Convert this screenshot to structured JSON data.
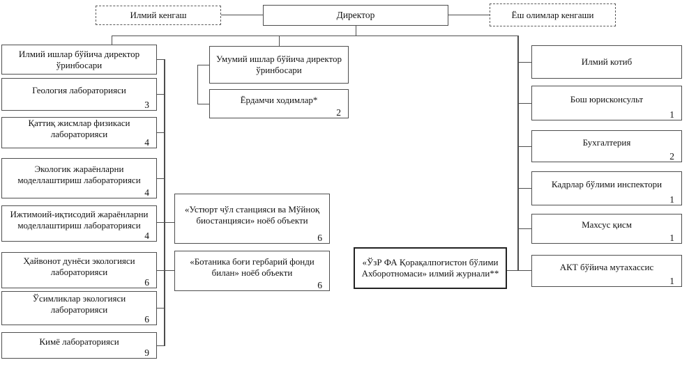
{
  "top": {
    "science_council": "Илмий кенгаш",
    "director": "Директор",
    "young_scientists": "Ёш олимлар кенгаши"
  },
  "left_column": [
    {
      "label": "Илмий ишлар бўйича директор ўринбосари",
      "count": ""
    },
    {
      "label": "Геология лабораторияси",
      "count": "3"
    },
    {
      "label": "Қаттиқ жисмлар физикаси лабораторияси",
      "count": "4"
    },
    {
      "label": "Экологик жараёнларни моделлаштириш лабораторияси",
      "count": "4"
    },
    {
      "label": "Ижтимоий-иқтисодий жараёнларни моделлаштириш лабораторияси",
      "count": "4"
    },
    {
      "label": "Ҳайвонот дунёси экологияси лабораторияси",
      "count": "6"
    },
    {
      "label": "Ўсимликлар экологияси лабораторияси",
      "count": "6"
    },
    {
      "label": "Кимё лабораторияси",
      "count": "9"
    }
  ],
  "middle": {
    "general_deputy": "Умумий ишлар бўйича директор ўринбосари",
    "assistants": {
      "label": "Ёрдамчи ходимлар*",
      "count": "2"
    },
    "ustyurt": {
      "label": "«Устюрт чўл станцияси ва Мўйноқ биостанцияси» ноёб объекти",
      "count": "6"
    },
    "botanika": {
      "label": "«Ботаника боғи гербарий фонди билан» ноёб объекти",
      "count": "6"
    },
    "journal": "«ЎзР ФА Қорақалпоғистон бўлими Ахборотномаси» илмий журнали**"
  },
  "right_column": [
    {
      "label": "Илмий котиб",
      "count": ""
    },
    {
      "label": "Бош юрисконсульт",
      "count": "1"
    },
    {
      "label": "Бухгалтерия",
      "count": "2"
    },
    {
      "label": "Кадрлар бўлими инспектори",
      "count": "1"
    },
    {
      "label": "Махсус қисм",
      "count": "1"
    },
    {
      "label": "АКТ бўйича мутахассис",
      "count": "1"
    }
  ]
}
